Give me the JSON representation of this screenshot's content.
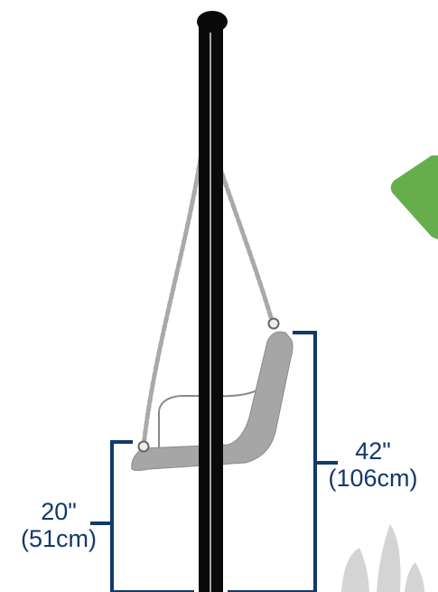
{
  "colors": {
    "background": "#ffffff",
    "post": "#0a0a0a",
    "post_highlight": "#ffffff",
    "chain": "#a9a9a9",
    "seat": "#a6a6a6",
    "seat_outline": "#8a8a8a",
    "dimension": "#12396b",
    "dimension_text": "#12396b",
    "green_shape": "#66ae4b",
    "ghost_figure": "#d4d4d4"
  },
  "dimensions": {
    "seat_height": {
      "inches": "20\"",
      "centimeters": "(51cm)"
    },
    "back_height": {
      "inches": "42\"",
      "centimeters": "(106cm)"
    }
  },
  "icons": {
    "seat": "swing-seat-icon",
    "post": "swing-post-icon",
    "chain": "chain-icon",
    "decoration_right": "green-leaf-shape",
    "decoration_bottom_right": "gray-figure-shape"
  }
}
